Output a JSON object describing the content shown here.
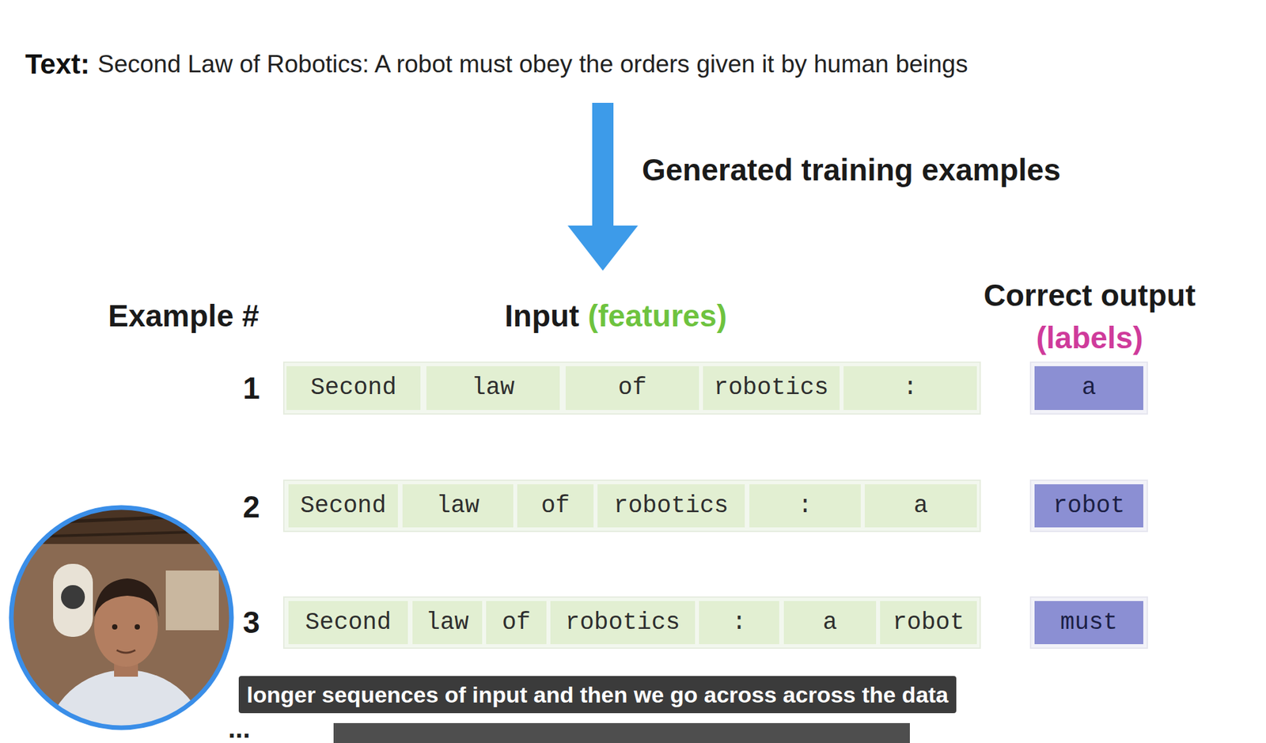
{
  "diagram": {
    "nodes": [
      {
        "text": [
          "Second"
        ]
      },
      {
        "text": [
          "law"
        ]
      },
      {
        "text": [
          "of"
        ]
      },
      {
        "text": [
          "robotics"
        ]
      },
      {
        "text": [
          ":"
        ]
      },
      {
        "text": [
          "a"
        ]
      },
      {
        "text": [
          "Second"
        ]
      },
      {
        "text": [
          "law"
        ]
      },
      {
        "text": [
          "of"
        ]
      },
      {
        "text": [
          "robotics"
        ]
      },
      {
        "text": [
          ":"
        ]
      },
      {
        "text": [
          "a"
        ]
      },
      {
        "text": [
          "robot"
        ]
      },
      {
        "text": [
          "Second"
        ]
      },
      {
        "text": [
          "law"
        ]
      },
      {
        "text": [
          "of"
        ]
      },
      {
        "text": [
          "robotics"
        ]
      },
      {
        "text": [
          ":"
        ]
      },
      {
        "text": [
          "a"
        ]
      },
      {
        "text": [
          "robot"
        ]
      },
      {
        "text": [
          "must"
        ]
      }
    ],
    "labels": [
      "Text:",
      "Second Law of Robotics: A robot must obey the orders given it by human beings",
      "Generated training examples",
      "Example #",
      "Input",
      "(features)",
      "Correct output",
      "(labels)",
      "1",
      "2",
      "3",
      "longer sequences of input and then we go across across the data",
      "..."
    ]
  }
}
